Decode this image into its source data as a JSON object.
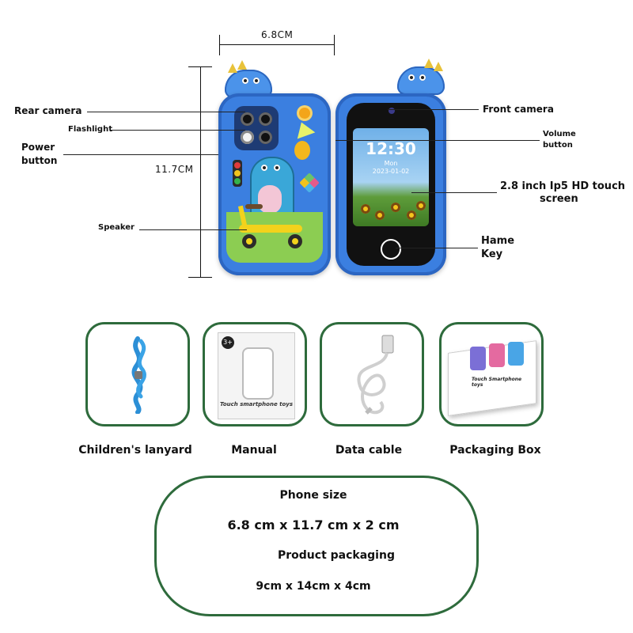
{
  "dimensions": {
    "width_label": "6.8CM",
    "height_label": "11.7CM"
  },
  "callouts": {
    "rear_camera": "Rear camera",
    "flashlight": "Flashlight",
    "power_button_line1": "Power",
    "power_button_line2": "button",
    "speaker": "Speaker",
    "front_camera": "Front camera",
    "volume_button_line1": "Volume",
    "volume_button_line2": "button",
    "touch_screen_line1": "2.8 inch Ip5 HD touch",
    "touch_screen_line2": "screen",
    "home_key_line1": "Hame",
    "home_key_line2": "Key"
  },
  "screen": {
    "time": "12:30",
    "day": "Mon",
    "date": "2023-01-02"
  },
  "accessories": [
    {
      "label": "Children's lanyard",
      "icon": "lanyard-icon"
    },
    {
      "label": "Manual",
      "icon": "manual-icon",
      "badge": "3+",
      "caption": "Touch smartphone toys"
    },
    {
      "label": "Data cable",
      "icon": "usb-cable-icon"
    },
    {
      "label": "Packaging Box",
      "icon": "packaging-box-icon",
      "caption": "Touch Smartphone toys"
    }
  ],
  "info": {
    "phone_size_title": "Phone size",
    "phone_size_value": "6.8 cm x 11.7 cm x 2 cm",
    "packaging_title": "Product packaging",
    "packaging_value": "9cm x 14cm x 4cm"
  },
  "colors": {
    "phone_blue": "#3b7fe0",
    "frame_green": "#2e6b3c"
  }
}
